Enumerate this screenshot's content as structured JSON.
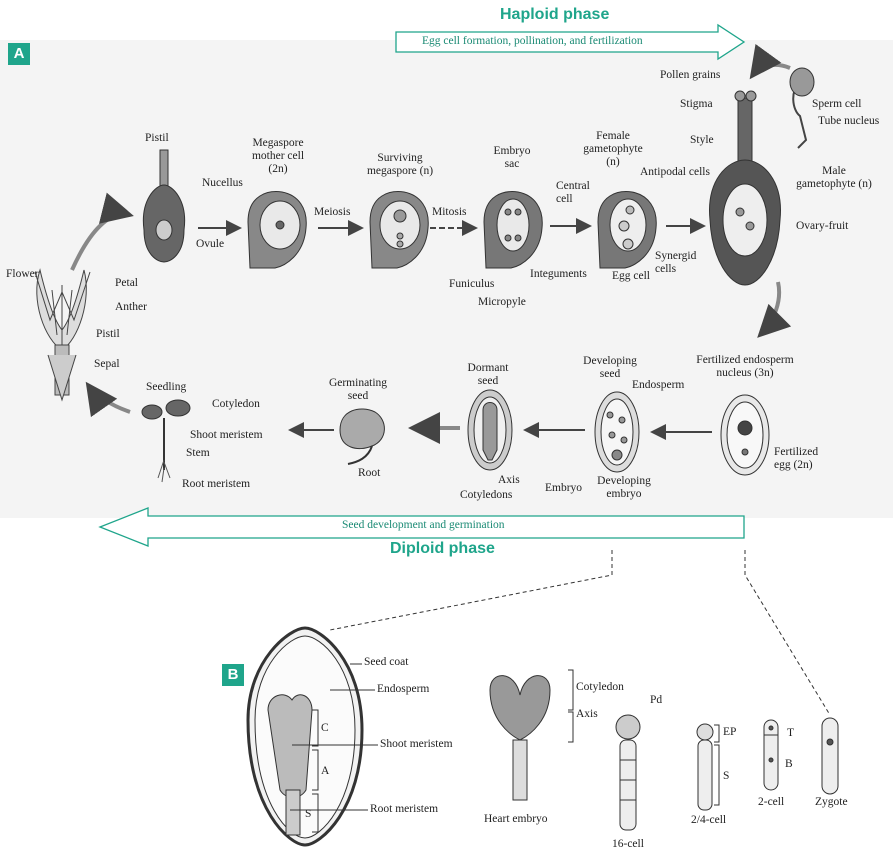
{
  "phases": {
    "haploid_title": "Haploid phase",
    "haploid_banner": "Egg cell formation, pollination, and fertilization",
    "diploid_title": "Diploid phase",
    "diploid_banner": "Seed development and germination"
  },
  "panel_labels": {
    "a": "A",
    "b": "B"
  },
  "colors": {
    "accent": "#1fa58b",
    "banner_text": "#1a8a74",
    "panel_bg": "#f4f4f4"
  },
  "flower": {
    "title": "Flower",
    "petal": "Petal",
    "anther": "Anther",
    "pistil": "Pistil",
    "sepal": "Sepal"
  },
  "pistil_stage": {
    "title": "Pistil",
    "ovule": "Ovule"
  },
  "megaspore_mother": {
    "title": "Megaspore mother cell (2n)",
    "nucellus": "Nucellus"
  },
  "steps": {
    "meiosis": "Meiosis",
    "mitosis": "Mitosis"
  },
  "surviving_megaspore": {
    "title": "Surviving megaspore (n)"
  },
  "embryo_sac": {
    "title": "Embryo sac",
    "funiculus": "Funiculus",
    "integuments": "Integuments",
    "micropyle": "Micropyle"
  },
  "female_gametophyte": {
    "title": "Female gametophyte (n)",
    "central_cell": "Central cell",
    "antipodal": "Antipodal cells",
    "synergid": "Synergid cells",
    "egg_cell": "Egg cell"
  },
  "male_gametophyte": {
    "pollen_grains": "Pollen grains",
    "stigma": "Stigma",
    "style": "Style",
    "sperm_cell": "Sperm cell",
    "tube_nucleus": "Tube nucleus",
    "title": "Male gametophyte (n)",
    "ovary_fruit": "Ovary-fruit"
  },
  "fertilized": {
    "title": "Fertilized endosperm nucleus (3n)",
    "egg": "Fertilized egg (2n)"
  },
  "developing_seed": {
    "title": "Developing seed",
    "endosperm": "Endosperm",
    "embryo": "Developing embryo"
  },
  "dormant_seed": {
    "title": "Dormant seed",
    "axis": "Axis",
    "cotyledons": "Cotyledons",
    "embryo": "Embryo"
  },
  "germinating": {
    "title": "Germinating seed",
    "root": "Root"
  },
  "seedling": {
    "title": "Seedling",
    "cotyledon": "Cotyledon",
    "shoot_meristem": "Shoot meristem",
    "stem": "Stem",
    "root_meristem": "Root meristem"
  },
  "panel_b": {
    "seed_coat": "Seed coat",
    "endosperm": "Endosperm",
    "shoot_meristem": "Shoot meristem",
    "root_meristem": "Root meristem",
    "c": "C",
    "a": "A",
    "s": "S",
    "cotyledon": "Cotyledon",
    "axis": "Axis",
    "heart_embryo": "Heart embryo",
    "pd": "Pd",
    "cell16": "16-cell",
    "ep": "EP",
    "s2": "S",
    "cell24": "2/4-cell",
    "t": "T",
    "b": "B",
    "cell2": "2-cell",
    "zygote": "Zygote"
  }
}
